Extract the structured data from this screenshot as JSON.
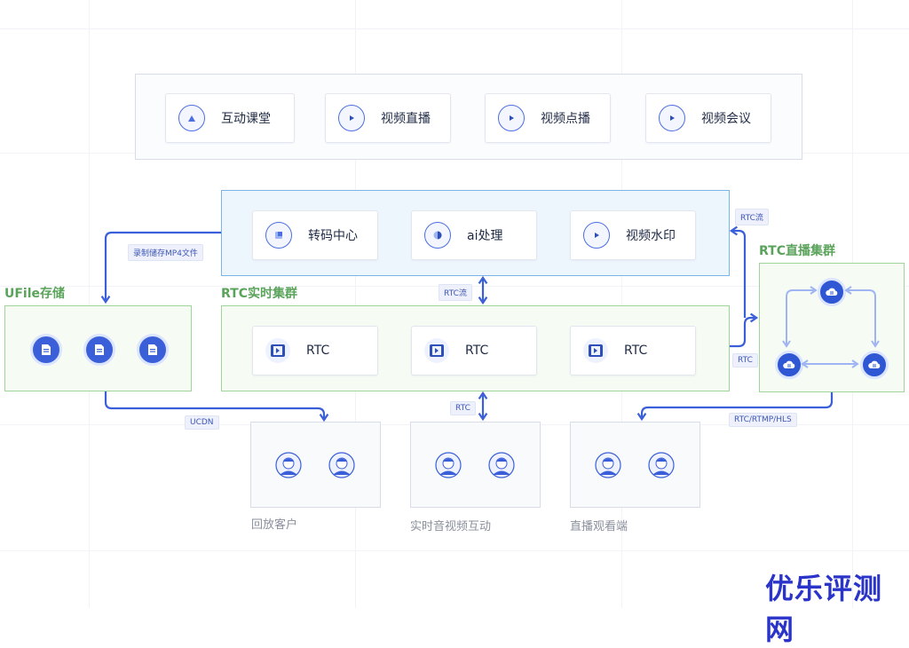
{
  "top_row": [
    {
      "label": "互动课堂",
      "icon": "classroom-icon"
    },
    {
      "label": "视频直播",
      "icon": "play-icon"
    },
    {
      "label": "视频点播",
      "icon": "play-icon"
    },
    {
      "label": "视频会议",
      "icon": "play-icon"
    }
  ],
  "processing_row": [
    {
      "label": "转码中心",
      "icon": "transcode-icon"
    },
    {
      "label": "ai处理",
      "icon": "ai-icon"
    },
    {
      "label": "视频水印",
      "icon": "play-icon"
    }
  ],
  "rtc_cluster": {
    "title": "RTC实时集群",
    "nodes": [
      {
        "label": "RTC"
      },
      {
        "label": "RTC"
      },
      {
        "label": "RTC"
      }
    ]
  },
  "ufile": {
    "title": "UFile存储"
  },
  "rtc_live_cluster": {
    "title": "RTC直播集群"
  },
  "edges": {
    "record_mp4": "录制储存MP4文件",
    "rtc_stream_mid": "RTC流",
    "rtc_stream_right": "RTC流",
    "rtc_right": "RTC",
    "rtc_bottom": "RTC",
    "ucdn": "UCDN",
    "rtmp": "RTC/RTMP/HLS"
  },
  "clients": [
    {
      "label": "回放客户"
    },
    {
      "label": "实时音视频互动"
    },
    {
      "label": "直播观看端"
    }
  ],
  "watermark": "优乐评测网",
  "colors": {
    "accent": "#3a5fd8",
    "green": "#5aa35a",
    "blue_panel": "#7db4e6"
  }
}
